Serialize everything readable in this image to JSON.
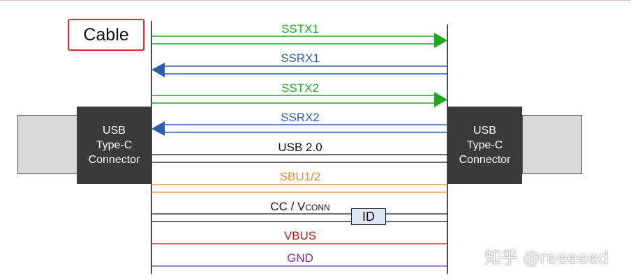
{
  "cable_label": "Cable",
  "connectors": {
    "left": {
      "line1": "USB",
      "line2": "Type-C",
      "line3": "Connector"
    },
    "right": {
      "line1": "USB",
      "line2": "Type-C",
      "line3": "Connector"
    }
  },
  "signals": [
    {
      "id": "sstx1",
      "label": "SSTX1",
      "color": "#1faa1f",
      "arrow": "right"
    },
    {
      "id": "ssrx1",
      "label": "SSRX1",
      "color": "#2f5fa8",
      "arrow": "left"
    },
    {
      "id": "sstx2",
      "label": "SSTX2",
      "color": "#1faa1f",
      "arrow": "right"
    },
    {
      "id": "ssrx2",
      "label": "SSRX2",
      "color": "#2f5fa8",
      "arrow": "left"
    },
    {
      "id": "usb20",
      "label": "USB 2.0",
      "color": "#111111",
      "arrow": "none"
    },
    {
      "id": "sbu",
      "label": "SBU1/2",
      "color": "#e08a2a",
      "arrow": "none"
    },
    {
      "id": "cc",
      "label_main": "CC / V",
      "label_sub": "CONN",
      "color": "#111111",
      "arrow": "none"
    },
    {
      "id": "vbus",
      "label": "VBUS",
      "color": "#c01818",
      "arrow": "none"
    },
    {
      "id": "gnd",
      "label": "GND",
      "color": "#7a2fa0",
      "arrow": "none"
    }
  ],
  "id_label": "ID",
  "watermark": "知乎 @reeeeed"
}
